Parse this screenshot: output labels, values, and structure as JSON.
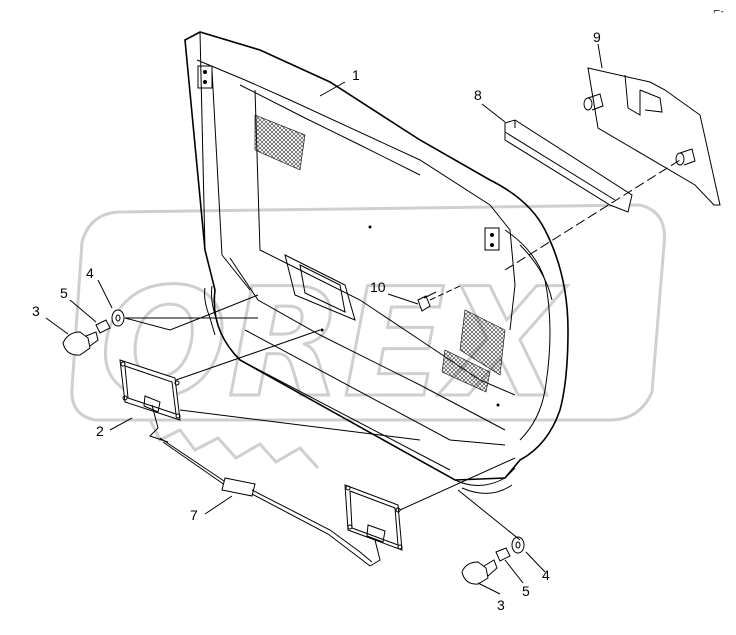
{
  "diagram": {
    "watermark_text": "OREX",
    "corner_mark": "⌐-",
    "parts": [
      {
        "id": "p1",
        "number": "1"
      },
      {
        "id": "p2",
        "number": "2"
      },
      {
        "id": "p3a",
        "number": "3"
      },
      {
        "id": "p3b",
        "number": "3"
      },
      {
        "id": "p4a",
        "number": "4"
      },
      {
        "id": "p4b",
        "number": "4"
      },
      {
        "id": "p5a",
        "number": "5"
      },
      {
        "id": "p5b",
        "number": "5"
      },
      {
        "id": "p7",
        "number": "7"
      },
      {
        "id": "p8",
        "number": "8"
      },
      {
        "id": "p9",
        "number": "9"
      },
      {
        "id": "p10",
        "number": "10"
      }
    ]
  }
}
